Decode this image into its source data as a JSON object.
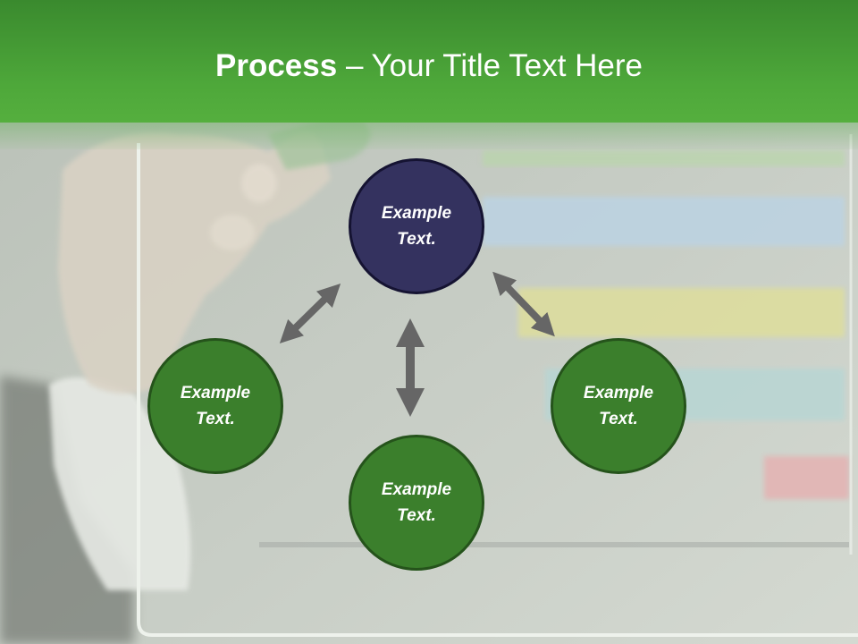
{
  "title": {
    "bold": "Process",
    "rest": " – Your Title Text Here"
  },
  "nodes": {
    "top": {
      "label": "Example Text."
    },
    "left": {
      "label": "Example Text."
    },
    "bottom": {
      "label": "Example Text."
    },
    "right": {
      "label": "Example Text."
    }
  },
  "colors": {
    "header_green": "#4ea83a",
    "node_green": "#3b7f2c",
    "node_navy": "#34325f",
    "arrow_gray": "#6b6b6b"
  }
}
